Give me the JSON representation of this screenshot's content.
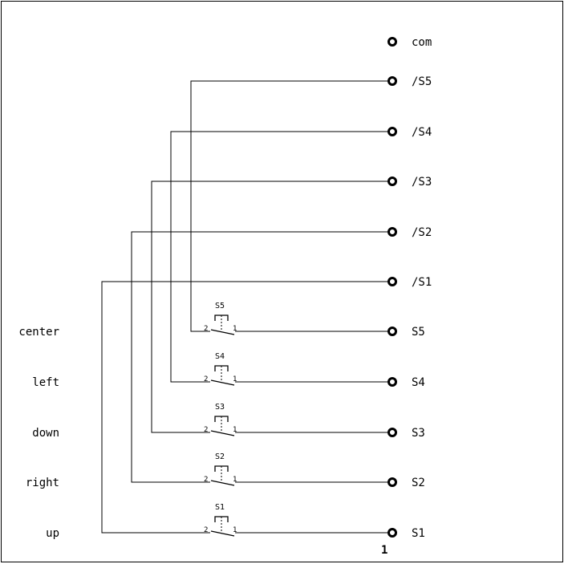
{
  "terminals": [
    {
      "label": "com"
    },
    {
      "label": "/S5"
    },
    {
      "label": "/S4"
    },
    {
      "label": "/S3"
    },
    {
      "label": "/S2"
    },
    {
      "label": "/S1"
    },
    {
      "label": "S5"
    },
    {
      "label": "S4"
    },
    {
      "label": "S3"
    },
    {
      "label": "S2"
    },
    {
      "label": "S1"
    }
  ],
  "switches": [
    {
      "ref": "S5",
      "function": "center",
      "pin_left": "2",
      "pin_right": "1"
    },
    {
      "ref": "S4",
      "function": "left",
      "pin_left": "2",
      "pin_right": "1"
    },
    {
      "ref": "S3",
      "function": "down",
      "pin_left": "2",
      "pin_right": "1"
    },
    {
      "ref": "S2",
      "function": "right",
      "pin_left": "2",
      "pin_right": "1"
    },
    {
      "ref": "S1",
      "function": "up",
      "pin_left": "2",
      "pin_right": "1"
    }
  ],
  "page_number": "1"
}
